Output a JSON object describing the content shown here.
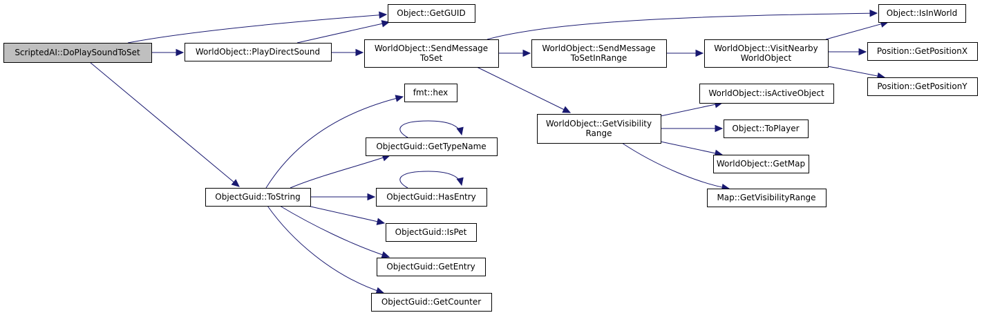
{
  "graph": {
    "title": "Call graph for ScriptedAI::DoPlaySoundToSet",
    "edge_color": "#191970",
    "root_fill": "#bfbfbf",
    "nodes": [
      {
        "id": "root",
        "lines": [
          "ScriptedAI::DoPlaySoundToSet"
        ],
        "root": true
      },
      {
        "id": "playDirectSound",
        "lines": [
          "WorldObject::PlayDirectSound"
        ]
      },
      {
        "id": "getGUID",
        "lines": [
          "Object::GetGUID"
        ]
      },
      {
        "id": "sendMessageToSet",
        "lines": [
          "WorldObject::SendMessage",
          "ToSet"
        ]
      },
      {
        "id": "sendMessageToSetInRange",
        "lines": [
          "WorldObject::SendMessage",
          "ToSetInRange"
        ]
      },
      {
        "id": "visitNearbyWorldObject",
        "lines": [
          "WorldObject::VisitNearby",
          "WorldObject"
        ]
      },
      {
        "id": "isInWorld",
        "lines": [
          "Object::IsInWorld"
        ]
      },
      {
        "id": "getPositionX",
        "lines": [
          "Position::GetPositionX"
        ]
      },
      {
        "id": "getPositionY",
        "lines": [
          "Position::GetPositionY"
        ]
      },
      {
        "id": "getVisibilityRange",
        "lines": [
          "WorldObject::GetVisibility",
          "Range"
        ]
      },
      {
        "id": "isActiveObject",
        "lines": [
          "WorldObject::isActiveObject"
        ]
      },
      {
        "id": "toPlayer",
        "lines": [
          "Object::ToPlayer"
        ]
      },
      {
        "id": "getMap",
        "lines": [
          "WorldObject::GetMap"
        ]
      },
      {
        "id": "mapGetVisibilityRange",
        "lines": [
          "Map::GetVisibilityRange"
        ]
      },
      {
        "id": "toString",
        "lines": [
          "ObjectGuid::ToString"
        ]
      },
      {
        "id": "fmtHex",
        "lines": [
          "fmt::hex"
        ]
      },
      {
        "id": "getTypeName",
        "lines": [
          "ObjectGuid::GetTypeName"
        ]
      },
      {
        "id": "hasEntry",
        "lines": [
          "ObjectGuid::HasEntry"
        ]
      },
      {
        "id": "isPet",
        "lines": [
          "ObjectGuid::IsPet"
        ]
      },
      {
        "id": "getEntry",
        "lines": [
          "ObjectGuid::GetEntry"
        ]
      },
      {
        "id": "getCounter",
        "lines": [
          "ObjectGuid::GetCounter"
        ]
      }
    ],
    "edges": [
      {
        "from": "root",
        "to": "getGUID"
      },
      {
        "from": "root",
        "to": "playDirectSound"
      },
      {
        "from": "root",
        "to": "toString"
      },
      {
        "from": "playDirectSound",
        "to": "getGUID"
      },
      {
        "from": "playDirectSound",
        "to": "sendMessageToSet"
      },
      {
        "from": "sendMessageToSet",
        "to": "isInWorld"
      },
      {
        "from": "sendMessageToSet",
        "to": "sendMessageToSetInRange"
      },
      {
        "from": "sendMessageToSet",
        "to": "getVisibilityRange"
      },
      {
        "from": "sendMessageToSetInRange",
        "to": "visitNearbyWorldObject"
      },
      {
        "from": "visitNearbyWorldObject",
        "to": "isInWorld"
      },
      {
        "from": "visitNearbyWorldObject",
        "to": "getPositionX"
      },
      {
        "from": "visitNearbyWorldObject",
        "to": "getPositionY"
      },
      {
        "from": "getVisibilityRange",
        "to": "isActiveObject"
      },
      {
        "from": "getVisibilityRange",
        "to": "toPlayer"
      },
      {
        "from": "getVisibilityRange",
        "to": "getMap"
      },
      {
        "from": "getVisibilityRange",
        "to": "mapGetVisibilityRange"
      },
      {
        "from": "toString",
        "to": "fmtHex"
      },
      {
        "from": "toString",
        "to": "getTypeName"
      },
      {
        "from": "toString",
        "to": "hasEntry"
      },
      {
        "from": "toString",
        "to": "isPet"
      },
      {
        "from": "toString",
        "to": "getEntry"
      },
      {
        "from": "toString",
        "to": "getCounter"
      },
      {
        "from": "getTypeName",
        "to": "getTypeName"
      },
      {
        "from": "hasEntry",
        "to": "hasEntry"
      }
    ]
  }
}
